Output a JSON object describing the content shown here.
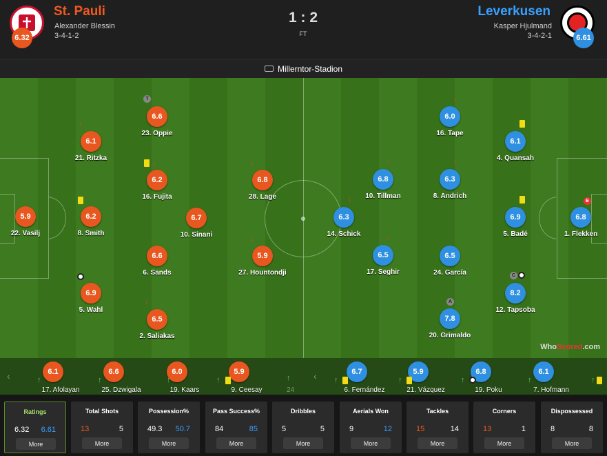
{
  "header": {
    "home": {
      "name": "St. Pauli",
      "coach": "Alexander Blessin",
      "formation": "3-4-1-2",
      "rating": "6.32"
    },
    "away": {
      "name": "Leverkusen",
      "coach": "Kasper Hjulmand",
      "formation": "3-4-2-1",
      "rating": "6.61"
    },
    "score": "1 : 2",
    "status": "FT",
    "venue": "Millerntor-Stadion"
  },
  "colors": {
    "home": "#e8571f",
    "away": "#2f8fe0",
    "pitch": "#3e7a1f",
    "yellow_card": "#f2dc14"
  },
  "home_players": [
    {
      "name": "22. Vasilj",
      "rating": "5.9"
    },
    {
      "name": "21. Ritzka",
      "rating": "6.1"
    },
    {
      "name": "8. Smith",
      "rating": "6.2"
    },
    {
      "name": "5. Wahl",
      "rating": "6.9"
    },
    {
      "name": "23. Oppie",
      "rating": "6.6"
    },
    {
      "name": "16. Fujita",
      "rating": "6.2"
    },
    {
      "name": "6. Sands",
      "rating": "6.6"
    },
    {
      "name": "2. Saliakas",
      "rating": "6.5"
    },
    {
      "name": "10. Sinani",
      "rating": "6.7"
    },
    {
      "name": "28. Lage",
      "rating": "6.8"
    },
    {
      "name": "27. Hountondji",
      "rating": "5.9"
    }
  ],
  "away_players": [
    {
      "name": "1. Flekken",
      "rating": "6.8"
    },
    {
      "name": "4. Quansah",
      "rating": "6.1"
    },
    {
      "name": "5. Badé",
      "rating": "6.9"
    },
    {
      "name": "12. Tapsoba",
      "rating": "8.2"
    },
    {
      "name": "16. Tape",
      "rating": "6.0"
    },
    {
      "name": "8. Andrich",
      "rating": "6.3"
    },
    {
      "name": "24. García",
      "rating": "6.5"
    },
    {
      "name": "20. Grimaldo",
      "rating": "7.8"
    },
    {
      "name": "10. Tillman",
      "rating": "6.8"
    },
    {
      "name": "17. Seghir",
      "rating": "6.5"
    },
    {
      "name": "14. Schick",
      "rating": "6.3"
    }
  ],
  "marks": {
    "captain": "C",
    "t": "T",
    "a": "A",
    "e": "E",
    "sub_off": "↓",
    "sub_on": "↑"
  },
  "subs": {
    "home": [
      {
        "name": "17. Afolayan",
        "rating": "6.1"
      },
      {
        "name": "25. Dzwigala",
        "rating": "6.6"
      },
      {
        "name": "19. Kaars",
        "rating": "6.0"
      },
      {
        "name": "9. Ceesay",
        "rating": "5.9"
      }
    ],
    "home_cut": "24",
    "away": [
      {
        "name": "6. Fernández",
        "rating": "6.7"
      },
      {
        "name": "21. Vázquez",
        "rating": "5.9"
      },
      {
        "name": "19. Poku",
        "rating": "6.8"
      },
      {
        "name": "7. Hofmann",
        "rating": "6.1"
      }
    ]
  },
  "watermark": {
    "who": "Who",
    "scored": "Scored",
    "dot": ".com"
  },
  "stats": [
    {
      "label": "Ratings",
      "home": "6.32",
      "away": "6.61",
      "more": "More",
      "active": true
    },
    {
      "label": "Total Shots",
      "home": "13",
      "away": "5",
      "more": "More"
    },
    {
      "label": "Possession%",
      "home": "49.3",
      "away": "50.7",
      "more": "More"
    },
    {
      "label": "Pass Success%",
      "home": "84",
      "away": "85",
      "more": "More"
    },
    {
      "label": "Dribbles",
      "home": "5",
      "away": "5",
      "more": "More"
    },
    {
      "label": "Aerials Won",
      "home": "9",
      "away": "12",
      "more": "More"
    },
    {
      "label": "Tackles",
      "home": "15",
      "away": "14",
      "more": "More"
    },
    {
      "label": "Corners",
      "home": "13",
      "away": "1",
      "more": "More"
    },
    {
      "label": "Dispossessed",
      "home": "8",
      "away": "8",
      "more": "More"
    }
  ]
}
